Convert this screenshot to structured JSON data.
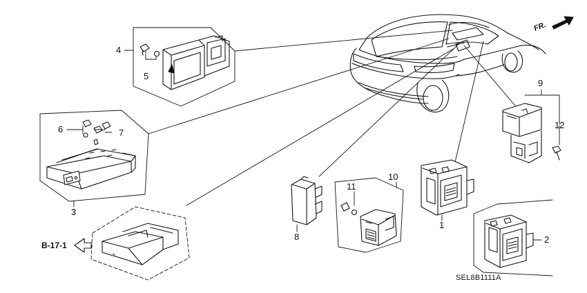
{
  "diagram_ref": "SEL8B1111A",
  "front_indicator": "FR.",
  "cross_reference": "B-17-1",
  "callouts": {
    "c1": "1",
    "c2": "2",
    "c3": "3",
    "c4": "4",
    "c5": "5",
    "c6": "6",
    "c7": "7",
    "c8": "8",
    "c9": "9",
    "c10": "10",
    "c11": "11",
    "c12": "12"
  },
  "colors": {
    "ink": "#111111",
    "paper": "#ffffff",
    "shade": "#d8d8d8",
    "dark": "#555555"
  },
  "parts": [
    {
      "callout": "4",
      "icon": "hazard-switch-icon"
    },
    {
      "callout": "3",
      "icon": "switch-panel-icon"
    },
    {
      "callout": "8",
      "icon": "blank-cover-icon"
    },
    {
      "callout": "10",
      "icon": "dimmer-switch-icon"
    },
    {
      "callout": "1",
      "icon": "remote-mirror-switch-icon"
    },
    {
      "callout": "2",
      "icon": "remote-mirror-switch-icon"
    },
    {
      "callout": "9",
      "icon": "trunk-opener-switch-icon"
    }
  ]
}
